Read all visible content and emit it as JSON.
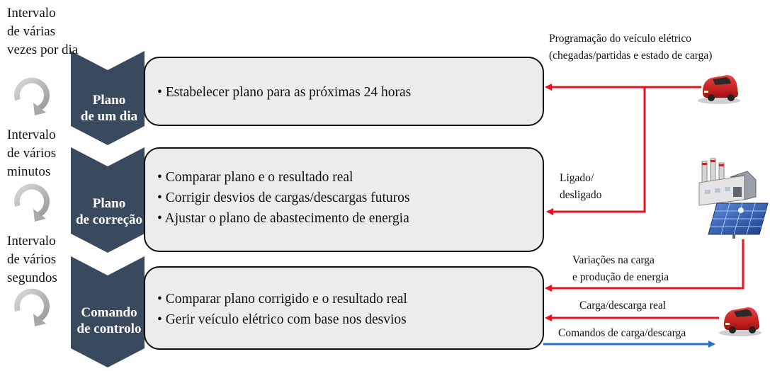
{
  "intervals": [
    {
      "lines": [
        "Intervalo",
        "de várias",
        "vezes por dia"
      ]
    },
    {
      "lines": [
        "Intervalo",
        "de vários",
        "minutos"
      ]
    },
    {
      "lines": [
        "Intervalo",
        "de vários",
        "segundos"
      ]
    }
  ],
  "stages": [
    {
      "label": [
        "Plano",
        "de um dia"
      ],
      "bullets": [
        "• Estabelecer plano para as próximas 24 horas"
      ]
    },
    {
      "label": [
        "Plano",
        "de correção"
      ],
      "bullets": [
        "• Comparar plano e o resultado real",
        "• Corrigir desvios de cargas/descargas futuros",
        "• Ajustar o plano de abastecimento de energia"
      ]
    },
    {
      "label": [
        "Comando",
        "de controlo"
      ],
      "bullets": [
        "• Comparar plano corrigido e o resultado real",
        "• Gerir veículo elétrico com base nos desvios"
      ]
    }
  ],
  "notes": {
    "schedule": [
      "Programação do veículo elétrico",
      "(chegadas/partidas e estado de carga)"
    ],
    "onoff": [
      "Ligado/",
      "desligado"
    ],
    "variations": [
      "Variações na carga",
      "e produção de energia"
    ],
    "actual": "Carga/descarga real",
    "commands": "Comandos de carga/descarga"
  },
  "colors": {
    "chevron": "#3a4a5e",
    "box_fill": "#ececee",
    "red_arrow": "#e8121e",
    "blue_arrow": "#1f72c8",
    "cycle_icon": "#b9b9b9",
    "car": "#d81f1f"
  },
  "icons": [
    "cycle-icon",
    "car-icon",
    "factory-icon",
    "solar-panel-icon"
  ]
}
